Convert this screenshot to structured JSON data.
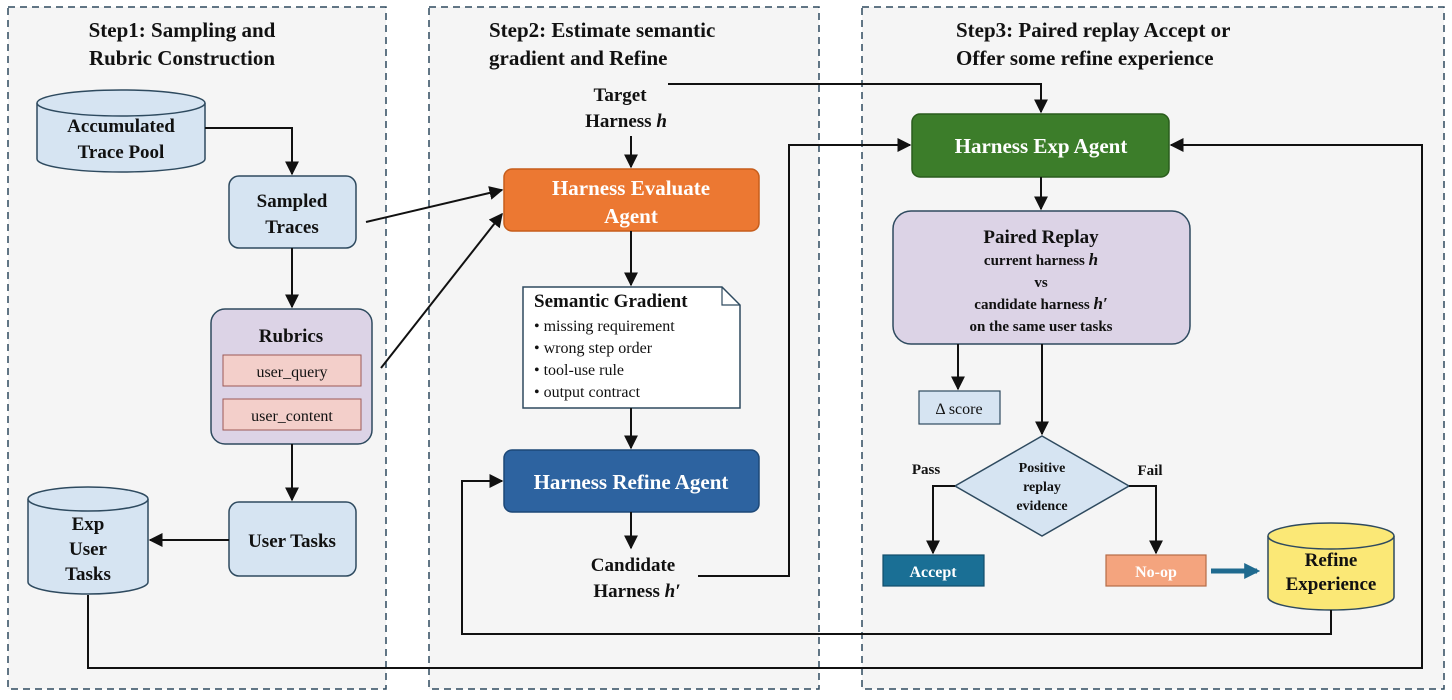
{
  "panels": [
    {
      "title_line1": "Step1: Sampling and",
      "title_line2": "Rubric Construction"
    },
    {
      "title_line1": "Step2: Estimate semantic",
      "title_line2": "gradient and Refine"
    },
    {
      "title_line1": "Step3: Paired replay Accept or",
      "title_line2": "Offer some refine experience"
    }
  ],
  "step1": {
    "trace_pool": {
      "line1": "Accumulated",
      "line2": "Trace Pool"
    },
    "sampled_traces": {
      "line1": "Sampled",
      "line2": "Traces"
    },
    "rubrics": {
      "title": "Rubrics",
      "items": [
        "user_query",
        "user_content"
      ]
    },
    "user_tasks": "User Tasks",
    "exp_user_tasks": {
      "line1": "Exp",
      "line2": "User",
      "line3": "Tasks"
    }
  },
  "step2": {
    "target_harness": {
      "line1": "Target",
      "line2": "Harness ",
      "var": "h"
    },
    "evaluate_agent": {
      "line1": "Harness Evaluate",
      "line2": "Agent"
    },
    "semantic_gradient": {
      "title": "Semantic Gradient",
      "items": [
        "• missing requirement",
        "• wrong step order",
        "• tool-use rule",
        "• output contract"
      ]
    },
    "refine_agent": "Harness Refine Agent",
    "candidate_harness": {
      "line1": "Candidate",
      "line2": "Harness ",
      "var": "h′"
    }
  },
  "step3": {
    "exp_agent": "Harness Exp Agent",
    "paired_replay": {
      "title": "Paired Replay",
      "line1": "current harness ",
      "line1_var": "h",
      "line2": "vs",
      "line3": "candidate harness ",
      "line3_var": "h′",
      "line4": "on the same user tasks"
    },
    "delta_score": "Δ score",
    "decision": {
      "line1": "Positive",
      "line2": "replay",
      "line3": "evidence"
    },
    "pass_label": "Pass",
    "fail_label": "Fail",
    "accept": "Accept",
    "noop": "No-op",
    "refine_experience": {
      "line1": "Refine",
      "line2": "Experience"
    }
  },
  "colors": {
    "panel_bg": "#f5f5f5",
    "panel_border": "#2e4a5f",
    "light_blue": "#d6e4f2",
    "lavender": "#dcd3e6",
    "pink": "#f3cfca",
    "orange": "#ec7832",
    "dark_blue": "#2d63a0",
    "green": "#3c7d2a",
    "teal": "#1a6f95",
    "salmon": "#f4a47e",
    "yellow": "#fbe876",
    "arrow": "#111111",
    "thick_arrow": "#1f6a8f"
  }
}
